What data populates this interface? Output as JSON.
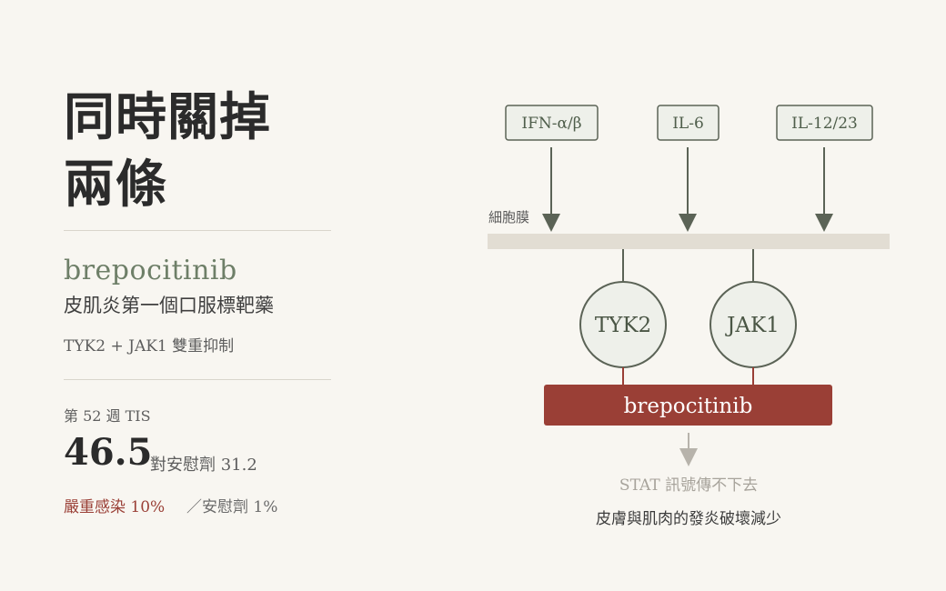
{
  "title": "同時關掉\n兩條",
  "drug": {
    "name": "brepocitinib",
    "description": "皮肌炎第一個口服標靶藥",
    "mechanism": "TYK2 + JAK1 雙重抑制"
  },
  "result": {
    "label": "第 52 週 TIS",
    "value": "46.5",
    "comparison": "對安慰劑 31.2",
    "risk": "嚴重感染 10%",
    "risk_comparison": "／安慰劑 1%"
  },
  "diagram": {
    "cytokines": [
      "IFN-α/β",
      "IL-6",
      "IL-12/23"
    ],
    "membrane_label": "細胞膜",
    "kinases": [
      "TYK2",
      "JAK1"
    ],
    "drug_label": "brepocitinib",
    "stat_text": "STAT 訊號傳不下去",
    "outcome": "皮膚與肌肉的發炎破壞減少"
  },
  "colors": {
    "background": "#f8f6f1",
    "accent_green": "#6e7f68",
    "drug_red": "#9a3f36",
    "membrane": "#e2ddd3",
    "text_dark": "#2b2b2b"
  }
}
